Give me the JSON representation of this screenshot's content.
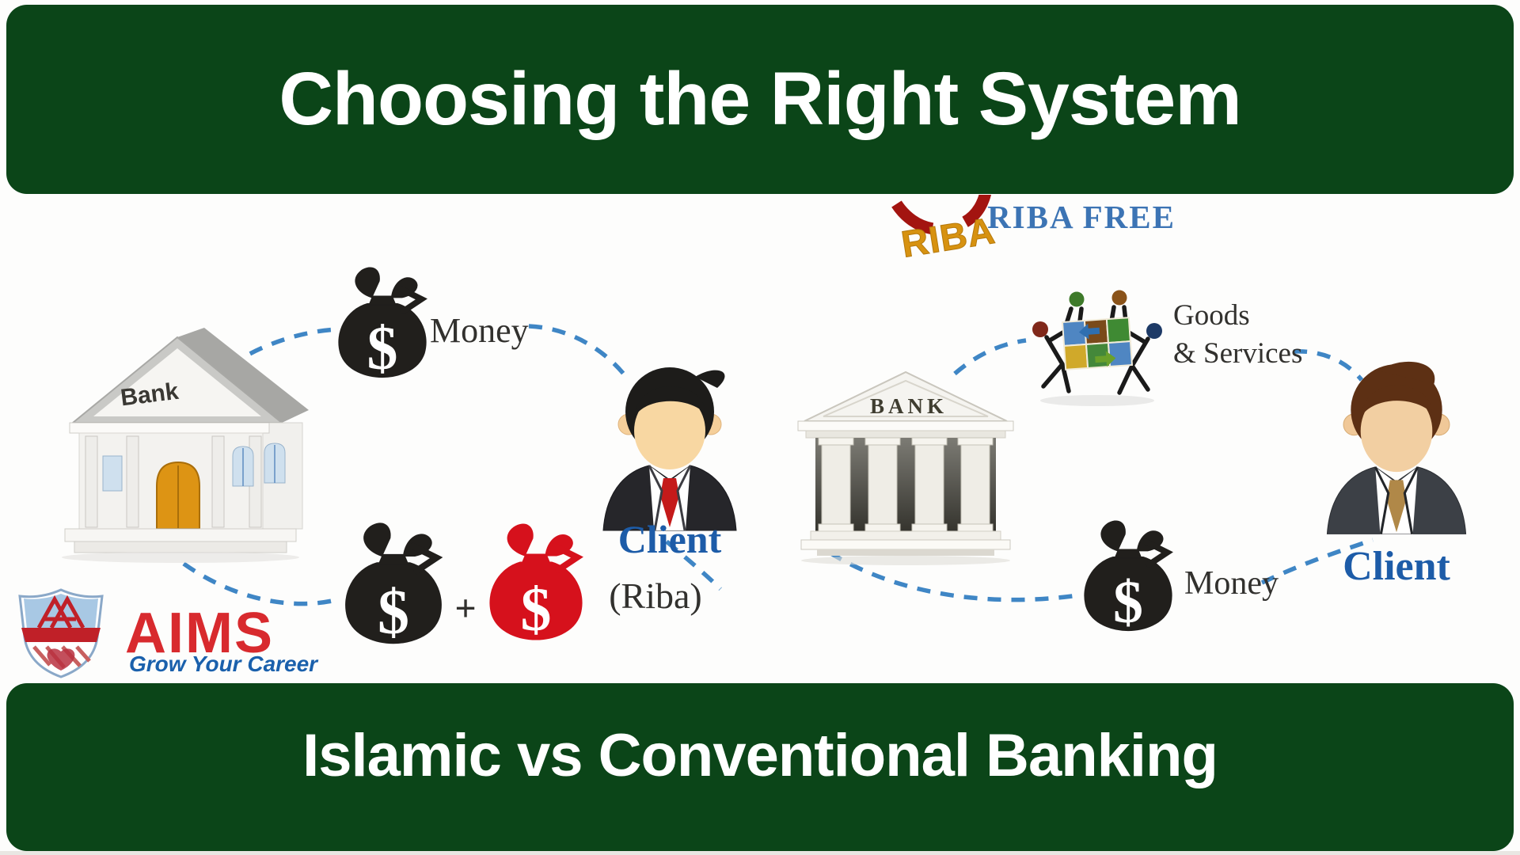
{
  "header": {
    "title": "Choosing the Right System"
  },
  "footer": {
    "title": "Islamic vs Conventional Banking"
  },
  "colors": {
    "green_dark": "#0b4518",
    "dash_blue": "#3f86c5",
    "client_blue": "#1d5ca8",
    "riba_free_blue": "#3c74b4",
    "aims_red": "#d82a2e",
    "tagline_blue": "#1a60ac",
    "bag_black": "#211f1c",
    "bag_red": "#d6111c",
    "gold": "#d79210"
  },
  "conventional": {
    "bank_label": "Bank",
    "money_label": "Money",
    "client_label": "Client",
    "plus_sign": "+",
    "riba_label": "(Riba)",
    "dollar_sign": "$"
  },
  "islamic": {
    "riba_icon_text": "RIBA",
    "riba_free_label": "RIBA FREE",
    "bank_label": "BANK",
    "goods_label_line1": "Goods",
    "goods_label_line2": "& Services",
    "money_label": "Money",
    "client_label": "Client",
    "dollar_sign": "$"
  },
  "logo": {
    "name": "AIMS",
    "tagline": "Grow Your Career"
  }
}
